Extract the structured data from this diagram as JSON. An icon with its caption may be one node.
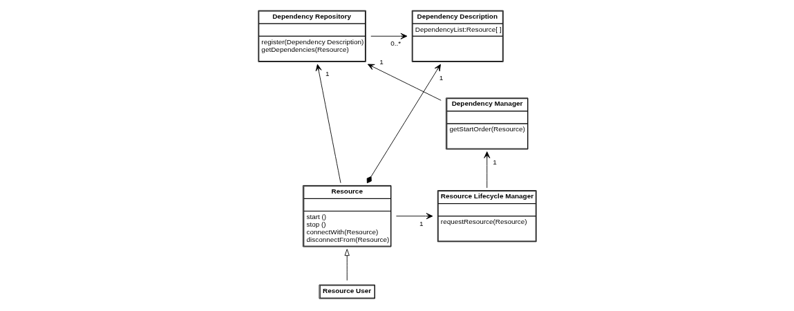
{
  "diagram": {
    "nodes": [
      {
        "text": [
          "Dependency Description",
          "DependencyList:Resource[ ]"
        ]
      },
      {
        "text": [
          "Dependency Repository",
          "register(Dependency Description)",
          "getDependencies(Resource)"
        ]
      },
      {
        "text": [
          "Dependency Manager",
          "getStartOrder(Resource)"
        ]
      },
      {
        "text": [
          "Resource",
          "start ()",
          "stop ()",
          "connectWith(Resource)",
          "disconnectFrom(Resource)"
        ]
      },
      {
        "text": [
          "Resource Lifecycle Manager",
          "requestResource(Resource)"
        ]
      },
      {
        "text": [
          "Resource User"
        ]
      }
    ],
    "edges": [
      {
        "from": 1,
        "to": 0,
        "arrow": "to",
        "label": "0..*"
      },
      {
        "from": 2,
        "to": 1,
        "arrow": "to",
        "label": "1"
      },
      {
        "from": 3,
        "to": 0,
        "arrow": "to",
        "label": "1"
      },
      {
        "from": 3,
        "to": 1,
        "arrow": "to",
        "label": "1"
      },
      {
        "from": 3,
        "to": 4,
        "arrow": "to",
        "label": "1"
      },
      {
        "from": 4,
        "to": 2,
        "arrow": "to",
        "label": "1"
      },
      {
        "from": 5,
        "to": 3,
        "arrow": "to"
      }
    ]
  }
}
